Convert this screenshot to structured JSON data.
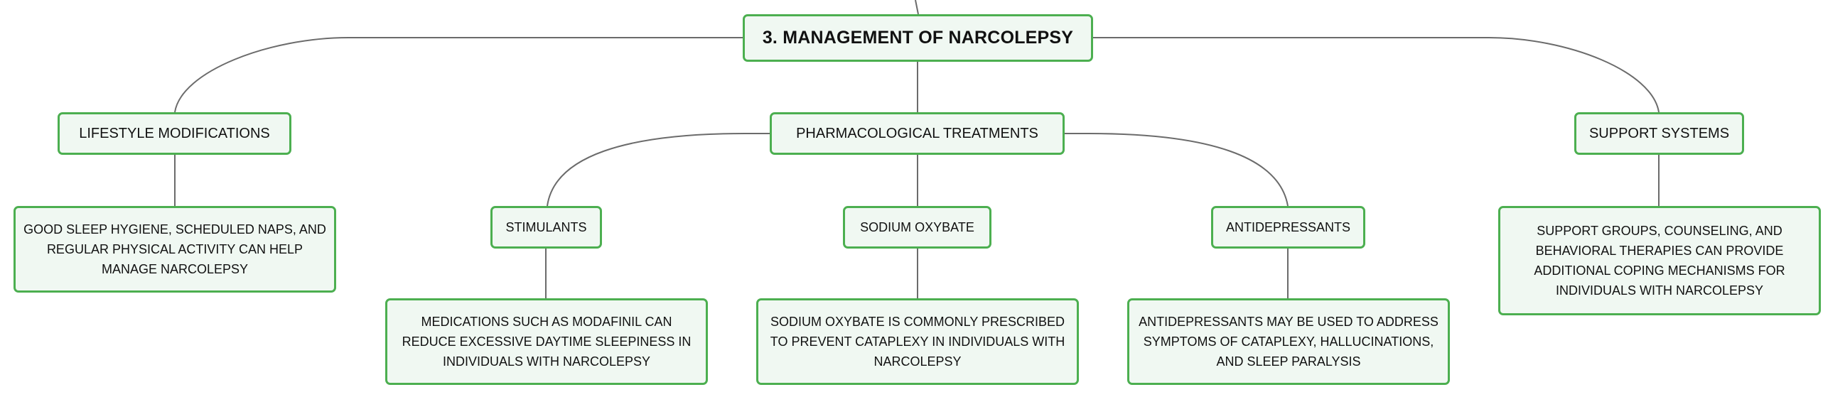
{
  "diagram": {
    "root": "3. MANAGEMENT OF NARCOLEPSY",
    "branches": [
      {
        "label": "LIFESTYLE MODIFICATIONS",
        "detail": "GOOD SLEEP HYGIENE, SCHEDULED NAPS, AND REGULAR PHYSICAL ACTIVITY CAN HELP MANAGE NARCOLEPSY"
      },
      {
        "label": "PHARMACOLOGICAL TREATMENTS",
        "children": [
          {
            "label": "STIMULANTS",
            "detail": "MEDICATIONS SUCH AS MODAFINIL CAN REDUCE EXCESSIVE DAYTIME SLEEPINESS IN INDIVIDUALS WITH NARCOLEPSY"
          },
          {
            "label": "SODIUM OXYBATE",
            "detail": "SODIUM OXYBATE IS COMMONLY PRESCRIBED TO PREVENT CATAPLEXY IN INDIVIDUALS WITH NARCOLEPSY"
          },
          {
            "label": "ANTIDEPRESSANTS",
            "detail": "ANTIDEPRESSANTS MAY BE USED TO ADDRESS SYMPTOMS OF CATAPLEXY, HALLUCINATIONS, AND SLEEP PARALYSIS"
          }
        ]
      },
      {
        "label": "SUPPORT SYSTEMS",
        "detail": "SUPPORT GROUPS, COUNSELING, AND BEHAVIORAL THERAPIES CAN PROVIDE ADDITIONAL COPING MECHANISMS FOR INDIVIDUALS WITH NARCOLEPSY"
      }
    ]
  },
  "colors": {
    "node_border": "#4caf50",
    "node_fill": "#f0f8f2",
    "connector": "#6b6b6b"
  }
}
